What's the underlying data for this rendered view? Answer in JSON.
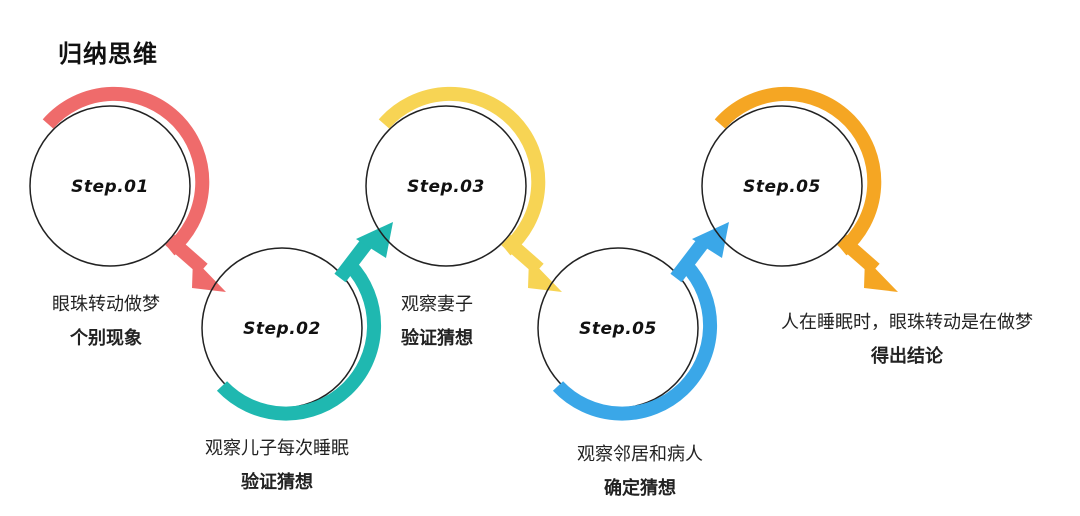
{
  "title": "归纳思维",
  "steps": [
    {
      "label": "Step.01",
      "color": "#ef6b6b",
      "caption": [
        "眼珠转动做梦",
        "个别现象"
      ]
    },
    {
      "label": "Step.02",
      "color": "#1fb8b0",
      "caption": [
        "观察儿子每次睡眠",
        "验证猜想"
      ]
    },
    {
      "label": "Step.03",
      "color": "#f7d454",
      "caption": [
        "观察妻子",
        "验证猜想"
      ]
    },
    {
      "label": "Step.05",
      "color": "#3aa7e8",
      "caption": [
        "观察邻居和病人",
        "确定猜想"
      ]
    },
    {
      "label": "Step.05",
      "color": "#f5a623",
      "caption": [
        "人在睡眠时，眼珠转动是在做梦",
        "得出结论"
      ]
    }
  ]
}
